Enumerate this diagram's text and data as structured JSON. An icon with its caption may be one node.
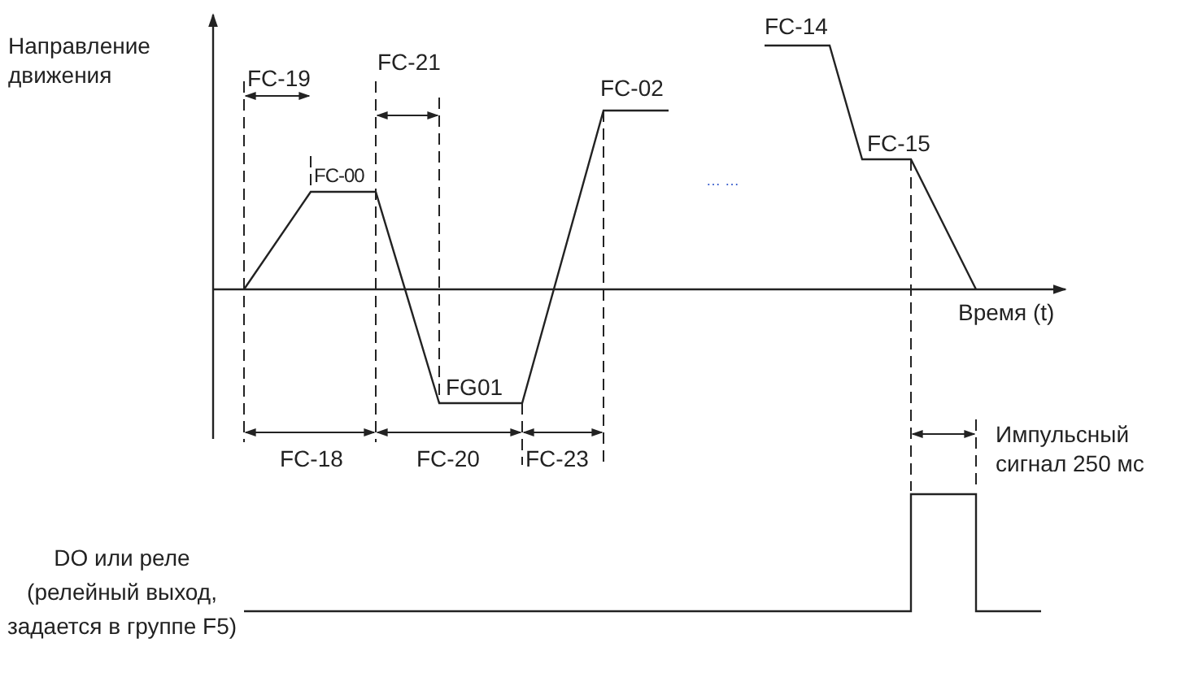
{
  "diagram": {
    "labels": [
      "Направление движения",
      "FC-14",
      "FC-21",
      "FC-19",
      "FC-02",
      "FC-15",
      "FC-00",
      "… …",
      "Время (t)",
      "FG01",
      "FC-18",
      "FC-20",
      "FC-23",
      "Импульсный сигнал 250 мс",
      "DO или реле (релейный выход, задается в группе F5)"
    ]
  }
}
